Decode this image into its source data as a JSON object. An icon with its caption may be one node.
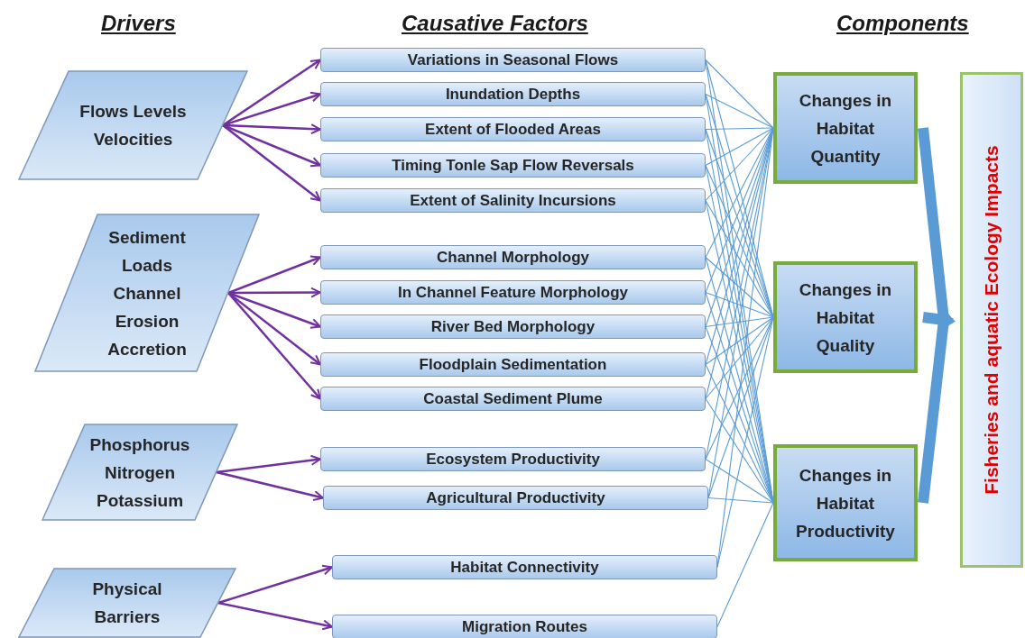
{
  "diagram": {
    "nodes": [
      {
        "text": [
          "Flows Levels Velocities"
        ]
      },
      {
        "text": [
          "Sediment Loads Channel Erosion Accretion"
        ]
      },
      {
        "text": [
          "Phosphorus Nitrogen Potassium"
        ]
      },
      {
        "text": [
          "Physical Barriers"
        ]
      },
      {
        "text": [
          "Variations in Seasonal Flows"
        ]
      },
      {
        "text": [
          "Inundation Depths"
        ]
      },
      {
        "text": [
          "Extent of Flooded Areas"
        ]
      },
      {
        "text": [
          "Timing Tonle Sap Flow Reversals"
        ]
      },
      {
        "text": [
          "Extent of Salinity Incursions"
        ]
      },
      {
        "text": [
          "Channel Morphology"
        ]
      },
      {
        "text": [
          "In Channel Feature Morphology"
        ]
      },
      {
        "text": [
          "River Bed Morphology"
        ]
      },
      {
        "text": [
          "Floodplain Sedimentation"
        ]
      },
      {
        "text": [
          "Coastal Sediment Plume"
        ]
      },
      {
        "text": [
          "Ecosystem Productivity"
        ]
      },
      {
        "text": [
          "Agricultural Productivity"
        ]
      },
      {
        "text": [
          "Habitat Connectivity"
        ]
      },
      {
        "text": [
          "Migration Routes"
        ]
      },
      {
        "text": [
          "Changes in Habitat Quantity"
        ]
      },
      {
        "text": [
          "Changes in Habitat Quality"
        ]
      },
      {
        "text": [
          "Changes in Habitat Productivity"
        ]
      },
      {
        "text": [
          "Fisheries and aquatic Ecology Impacts"
        ]
      }
    ],
    "edges": [
      {
        "from": 0,
        "to": 4,
        "arrow": "to",
        "color": "#7030a0"
      },
      {
        "from": 0,
        "to": 5,
        "arrow": "to",
        "color": "#7030a0"
      },
      {
        "from": 0,
        "to": 6,
        "arrow": "to",
        "color": "#7030a0"
      },
      {
        "from": 0,
        "to": 7,
        "arrow": "to",
        "color": "#7030a0"
      },
      {
        "from": 0,
        "to": 8,
        "arrow": "to",
        "color": "#7030a0"
      },
      {
        "from": 1,
        "to": 9,
        "arrow": "to",
        "color": "#7030a0"
      },
      {
        "from": 1,
        "to": 10,
        "arrow": "to",
        "color": "#7030a0"
      },
      {
        "from": 1,
        "to": 11,
        "arrow": "to",
        "color": "#7030a0"
      },
      {
        "from": 1,
        "to": 12,
        "arrow": "to",
        "color": "#7030a0"
      },
      {
        "from": 1,
        "to": 13,
        "arrow": "to",
        "color": "#7030a0"
      },
      {
        "from": 2,
        "to": 14,
        "arrow": "to",
        "color": "#7030a0"
      },
      {
        "from": 2,
        "to": 15,
        "arrow": "to",
        "color": "#7030a0"
      },
      {
        "from": 3,
        "to": 16,
        "arrow": "to",
        "color": "#7030a0"
      },
      {
        "from": 3,
        "to": 17,
        "arrow": "to",
        "color": "#7030a0"
      },
      {
        "from": 4,
        "to": 18,
        "arrow": "none"
      },
      {
        "from": 4,
        "to": 19,
        "arrow": "none"
      },
      {
        "from": 4,
        "to": 20,
        "arrow": "none"
      },
      {
        "from": 5,
        "to": 18,
        "arrow": "none"
      },
      {
        "from": 5,
        "to": 19,
        "arrow": "none"
      },
      {
        "from": 5,
        "to": 20,
        "arrow": "none"
      },
      {
        "from": 6,
        "to": 18,
        "arrow": "none"
      },
      {
        "from": 6,
        "to": 19,
        "arrow": "none"
      },
      {
        "from": 6,
        "to": 20,
        "arrow": "none"
      },
      {
        "from": 7,
        "to": 18,
        "arrow": "none"
      },
      {
        "from": 7,
        "to": 19,
        "arrow": "none"
      },
      {
        "from": 7,
        "to": 20,
        "arrow": "none"
      },
      {
        "from": 8,
        "to": 18,
        "arrow": "none"
      },
      {
        "from": 8,
        "to": 19,
        "arrow": "none"
      },
      {
        "from": 8,
        "to": 20,
        "arrow": "none"
      },
      {
        "from": 9,
        "to": 18,
        "arrow": "none"
      },
      {
        "from": 9,
        "to": 19,
        "arrow": "none"
      },
      {
        "from": 9,
        "to": 20,
        "arrow": "none"
      },
      {
        "from": 10,
        "to": 18,
        "arrow": "none"
      },
      {
        "from": 10,
        "to": 19,
        "arrow": "none"
      },
      {
        "from": 10,
        "to": 20,
        "arrow": "none"
      },
      {
        "from": 11,
        "to": 18,
        "arrow": "none"
      },
      {
        "from": 11,
        "to": 19,
        "arrow": "none"
      },
      {
        "from": 11,
        "to": 20,
        "arrow": "none"
      },
      {
        "from": 12,
        "to": 18,
        "arrow": "none"
      },
      {
        "from": 12,
        "to": 19,
        "arrow": "none"
      },
      {
        "from": 12,
        "to": 20,
        "arrow": "none"
      },
      {
        "from": 13,
        "to": 18,
        "arrow": "none"
      },
      {
        "from": 13,
        "to": 19,
        "arrow": "none"
      },
      {
        "from": 13,
        "to": 20,
        "arrow": "none"
      },
      {
        "from": 14,
        "to": 18,
        "arrow": "none"
      },
      {
        "from": 14,
        "to": 19,
        "arrow": "none"
      },
      {
        "from": 14,
        "to": 20,
        "arrow": "none"
      },
      {
        "from": 15,
        "to": 18,
        "arrow": "none"
      },
      {
        "from": 15,
        "to": 19,
        "arrow": "none"
      },
      {
        "from": 15,
        "to": 20,
        "arrow": "none"
      },
      {
        "from": 16,
        "to": 18,
        "arrow": "none"
      },
      {
        "from": 16,
        "to": 19,
        "arrow": "none"
      },
      {
        "from": 17,
        "to": 20,
        "arrow": "none"
      },
      {
        "from": 18,
        "to": 21,
        "arrow": "to",
        "style": "thick"
      },
      {
        "from": 19,
        "to": 21,
        "arrow": "to",
        "style": "thick"
      },
      {
        "from": 20,
        "to": 21,
        "arrow": "to",
        "style": "thick"
      }
    ],
    "labels": [
      "Drivers",
      "Causative Factors",
      "Components"
    ]
  }
}
